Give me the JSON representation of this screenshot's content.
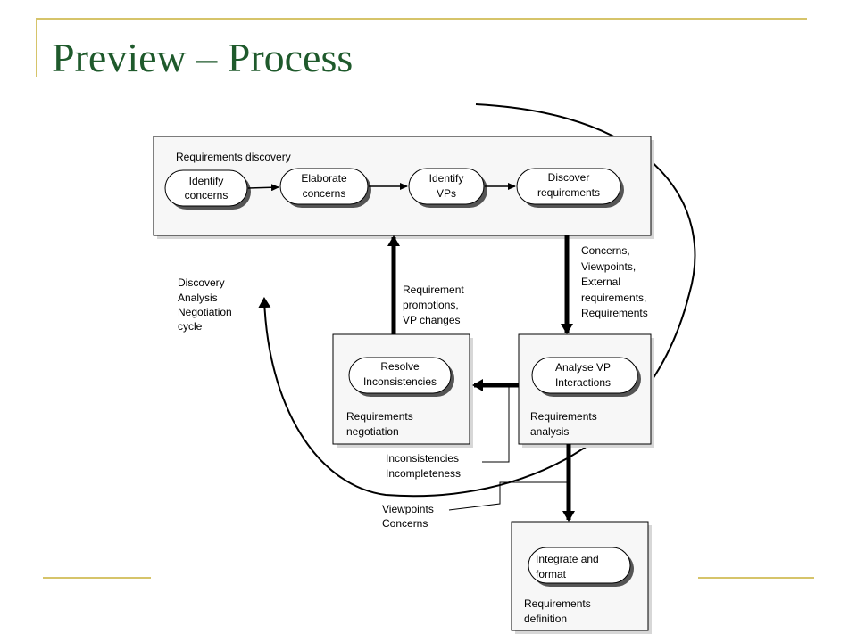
{
  "slide": {
    "title": "Preview – Process"
  },
  "diagram": {
    "panels": {
      "discovery": "Requirements discovery",
      "negotiation": [
        "Requirements",
        "negotiation"
      ],
      "analysis": [
        "Requirements",
        "analysis"
      ],
      "definition": [
        "Requirements",
        "definition"
      ]
    },
    "activities": {
      "identify_concerns": [
        "Identify",
        "concerns"
      ],
      "elaborate_concerns": [
        "Elaborate",
        "concerns"
      ],
      "identify_vps": [
        "Identify",
        "VPs"
      ],
      "discover_requirements": [
        "Discover",
        "requirements"
      ],
      "resolve_inconsistencies": [
        "Resolve",
        "Inconsistencies"
      ],
      "analyse_vp_interactions": [
        "Analyse VP",
        "Interactions"
      ],
      "integrate_and_format": [
        "Integrate and",
        "format"
      ]
    },
    "flow_labels": {
      "discovery_to_analysis": [
        "Concerns,",
        "Viewpoints,",
        "External",
        "requirements,",
        "Requirements"
      ],
      "negotiation_to_discovery": [
        "Requirement",
        "promotions,",
        "VP changes"
      ],
      "cycle": [
        "Discovery",
        "Analysis",
        "Negotiation",
        "cycle"
      ],
      "inconsistencies": [
        "Inconsistencies",
        "Incompleteness"
      ],
      "viewpoints_concerns": [
        "Viewpoints",
        "Concerns"
      ]
    }
  }
}
